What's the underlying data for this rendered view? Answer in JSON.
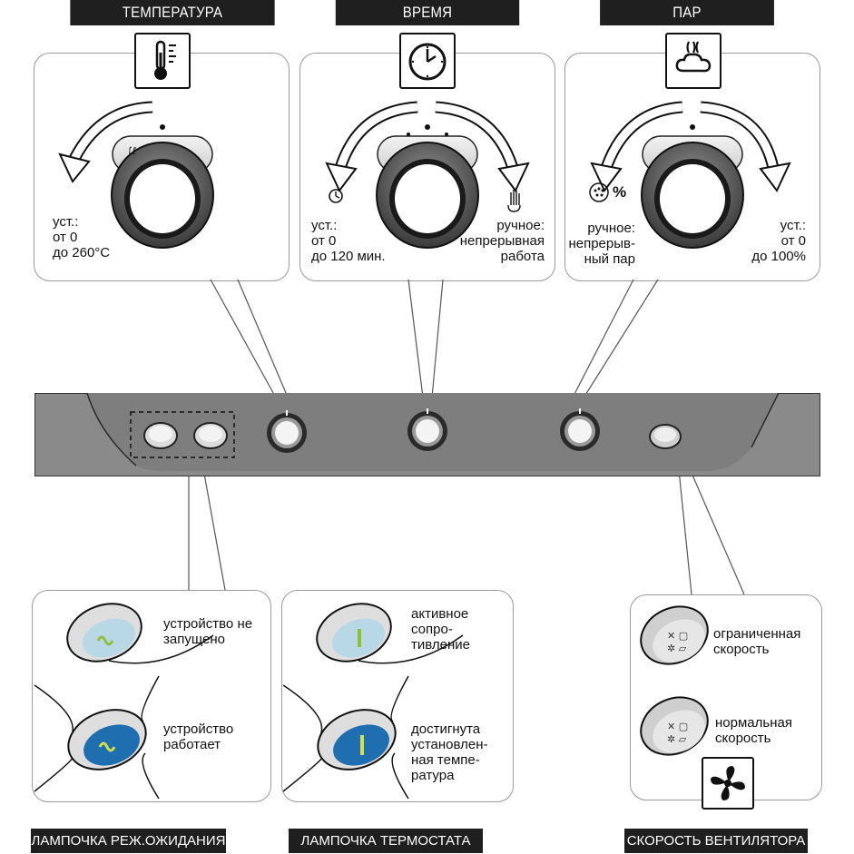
{
  "top_headers": {
    "temperature": "ТЕМПЕРАТУРА",
    "time": "ВРЕМЯ",
    "steam": "ПАР"
  },
  "temperature_panel": {
    "icon": "thermometer-icon",
    "range_label": "уст.:\nот 0\nдо 260°C"
  },
  "time_panel": {
    "icon": "clock-icon",
    "left_icon": "clock-small-icon",
    "right_icon": "hand-icon",
    "range_label": "уст.:\nот 0\nдо 120 мин.",
    "manual_label": "ручное:\nнепрерывная\nработа"
  },
  "steam_panel": {
    "icon": "steam-cloud-icon",
    "left_icon_text": "%",
    "manual_label": "ручное:\nнепрерыв-\nный пар",
    "range_label": "уст.:\nот 0\nдо 100%"
  },
  "standby_panel": {
    "state_off": "устройство не\nзапущено",
    "state_on": "устройство\nработает"
  },
  "thermostat_panel": {
    "state_heating": "активное\nсопро-\nтивление",
    "state_reached": "достигнута\nустановлен-\nная темпе-\nратура"
  },
  "fan_panel": {
    "limited": "ограниченная\nскорость",
    "normal": "нормальная\nскорость",
    "icon": "fan-icon"
  },
  "bottom_headers": {
    "standby_lamp": "ЛАМПОЧКА РЕЖ.ОЖИДАНИЯ",
    "thermostat_lamp": "ЛАМПОЧКА ТЕРМОСТАТА",
    "fan_speed": "СКОРОСТЬ ВЕНТИЛЯТОРА"
  },
  "colors": {
    "console": "#808080",
    "header_bg": "#1f1f1f",
    "lamp_blue": "#1f6fb0",
    "lamp_green": "#d4e04a"
  }
}
